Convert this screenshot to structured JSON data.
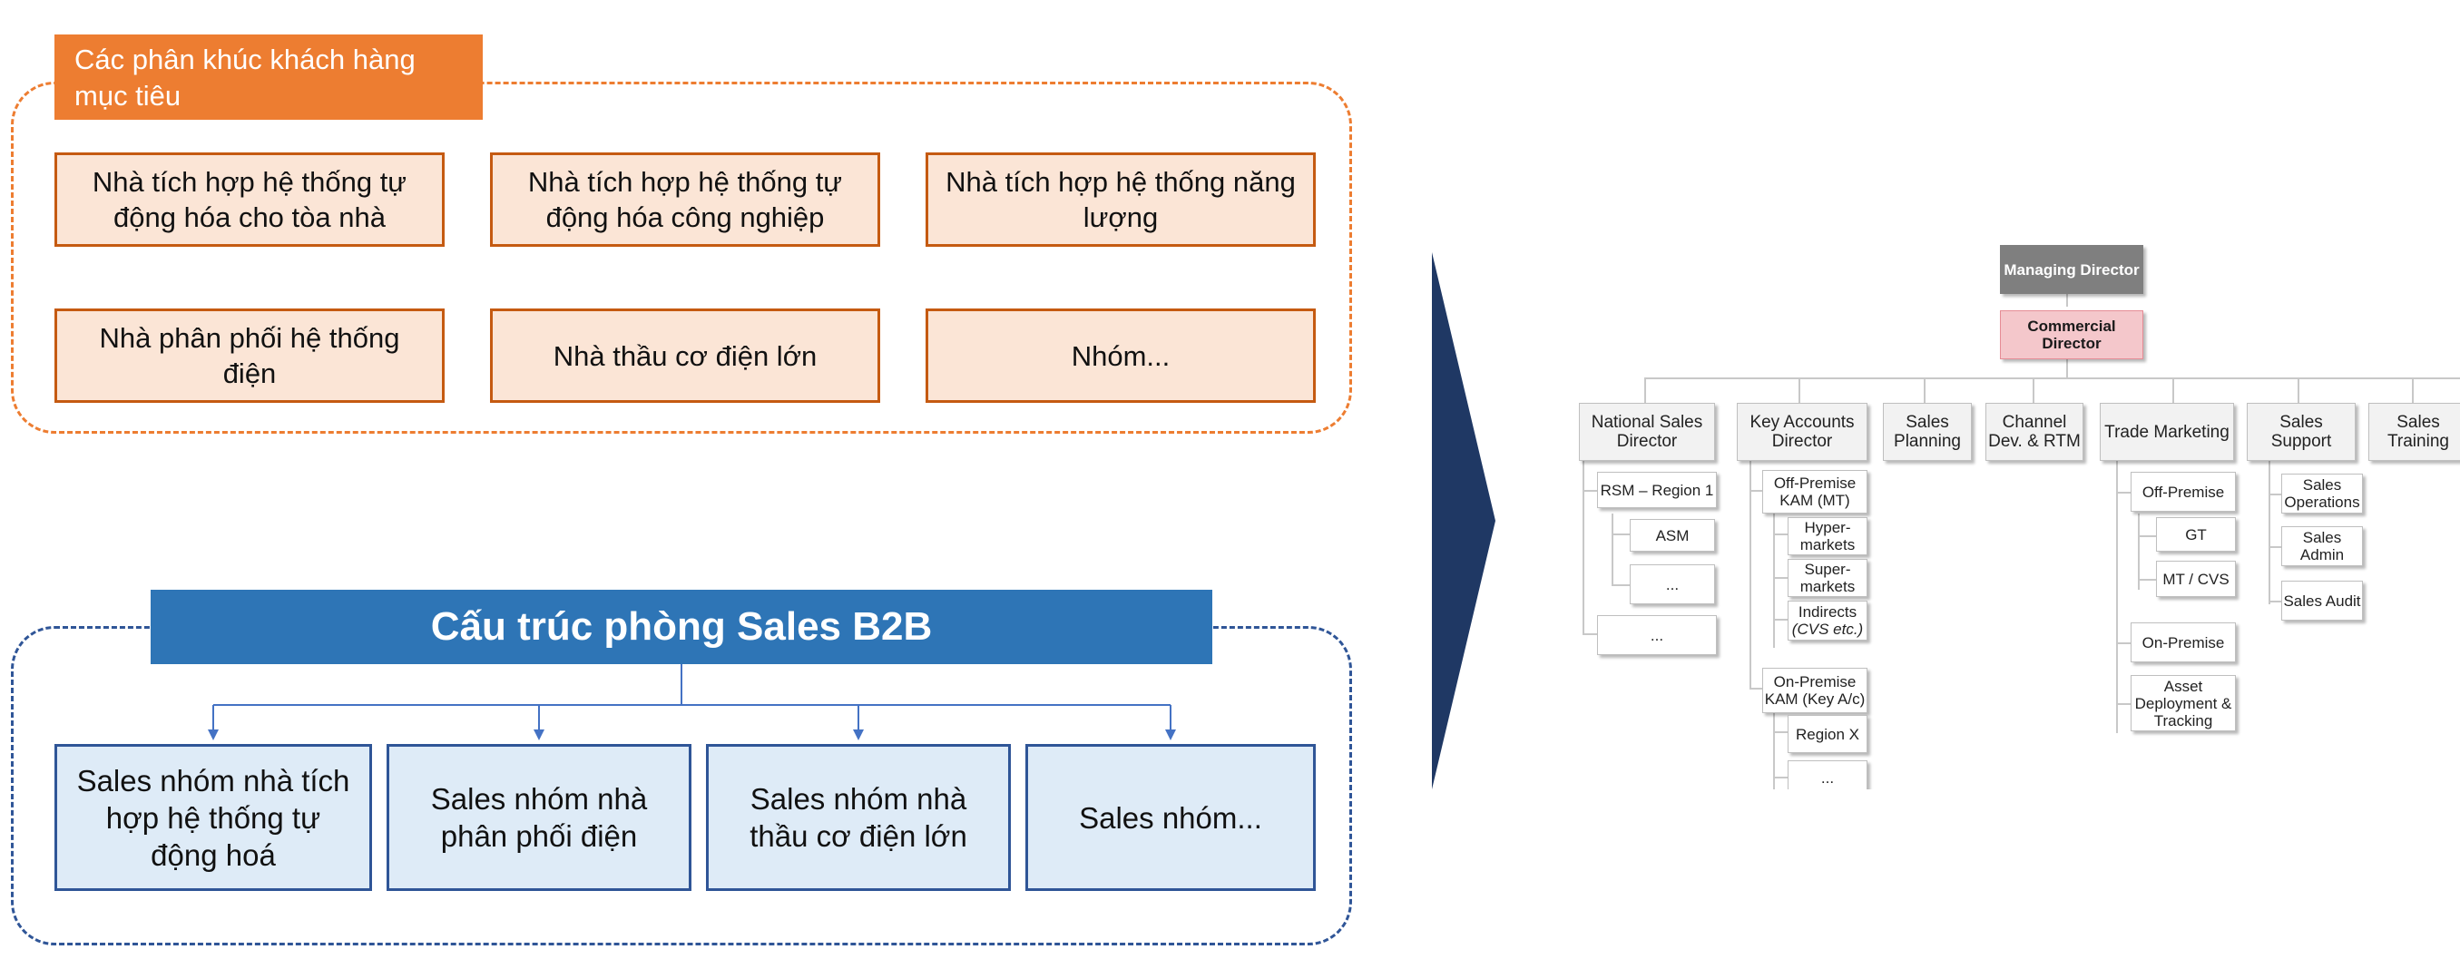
{
  "segments": {
    "title": "Các phân khúc khách hàng mục tiêu",
    "items": [
      "Nhà tích hợp hệ thống tự động hóa cho tòa nhà",
      "Nhà tích hợp hệ thống tự động hóa công nghiệp",
      "Nhà tích hợp hệ thống năng lượng",
      "Nhà phân phối hệ thống điện",
      "Nhà thầu cơ điện lớn",
      "Nhóm..."
    ]
  },
  "b2b": {
    "title": "Cấu trúc phòng Sales B2B",
    "teams": [
      "Sales nhóm nhà tích hợp hệ thống tự động hoá",
      "Sales nhóm nhà phân phối điện",
      "Sales nhóm nhà thầu cơ điện lớn",
      "Sales nhóm..."
    ]
  },
  "org": {
    "top": "Managing Director",
    "commercial": "Commercial Director",
    "heads": [
      "National Sales Director",
      "Key Accounts Director",
      "Sales Planning",
      "Channel Dev. & RTM",
      "Trade Marketing",
      "Sales Support",
      "Sales Training"
    ],
    "national": [
      "RSM – Region 1",
      "ASM",
      "...",
      "..."
    ],
    "key_accounts": {
      "off_premise": "Off-Premise KAM (MT)",
      "hyper": "Hyper-markets",
      "super": "Super-markets",
      "indirects": "Indirects",
      "indirects_note": "(CVS etc.)",
      "on_premise": "On-Premise KAM (Key A/c)",
      "region": "Region X",
      "more": "..."
    },
    "trade": [
      "Off-Premise",
      "GT",
      "MT / CVS",
      "On-Premise",
      "Asset Deployment & Tracking"
    ],
    "support": [
      "Sales Operations",
      "Sales Admin",
      "Sales Audit"
    ]
  },
  "colors": {
    "orange": "#ED7D31",
    "orange_fill": "#FBE5D6",
    "blue": "#2E75B6",
    "blue_fill": "#DEEBF7",
    "navy": "#1F3864"
  }
}
